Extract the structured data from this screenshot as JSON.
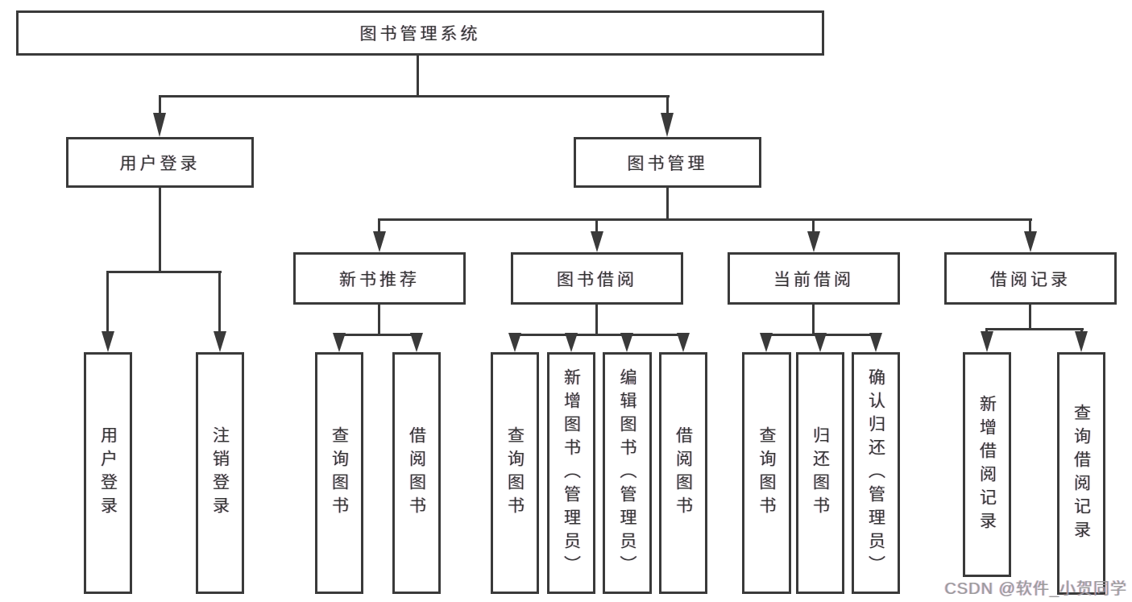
{
  "diagram": {
    "line_color": "#3a3a3a",
    "nodes": {
      "root": "图书管理系统",
      "user_login": "用户登录",
      "book_mgmt": "图书管理",
      "new_book_rec": "新书推荐",
      "book_borrow": "图书借阅",
      "current_borrow": "当前借阅",
      "borrow_records": "借阅记录",
      "leaf_user_login": "用户登录",
      "leaf_logout": "注销登录",
      "leaf_query_book_1": "查询图书",
      "leaf_borrow_book_1": "借阅图书",
      "leaf_query_book_2": "查询图书",
      "leaf_add_book": "新增图书（管理员）",
      "leaf_edit_book": "编辑图书（管理员）",
      "leaf_borrow_book_2": "借阅图书",
      "leaf_query_book_3": "查询图书",
      "leaf_return_book": "归还图书",
      "leaf_confirm_return": "确认归还（管理员）",
      "leaf_add_record": "新增借阅记录",
      "leaf_query_record": "查询借阅记录"
    },
    "watermark": "CSDN @软件_小贺同学"
  }
}
